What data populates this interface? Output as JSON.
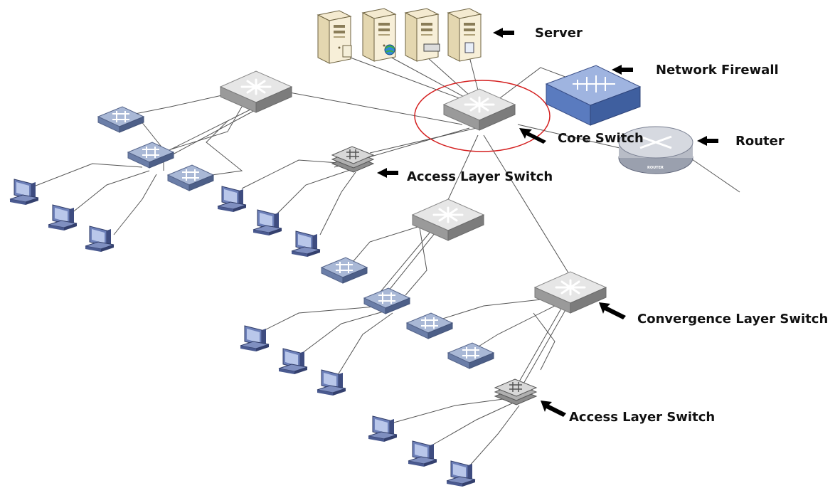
{
  "labels": {
    "server": "Server",
    "firewall": "Network Firewall",
    "core_switch": "Core Switch",
    "router": "Router",
    "access_switch_top": "Access Layer Switch",
    "convergence_switch": "Convergence Layer Switch",
    "access_switch_bottom": "Access Layer Switch",
    "router_badge": "ROUTER"
  },
  "colors": {
    "switch_gray": "#c8c8c8",
    "access_blue": "#7f93b8",
    "firewall_blue": "#5a7bbf",
    "router_gray": "#b8bcc6",
    "highlight_circle": "#d42020",
    "arrow": "#000000",
    "wire": "#555555",
    "pc_blue": "#5c6fa8"
  },
  "icons": {
    "server": "server-tower-icon",
    "core_switch": "layer3-switch-icon",
    "convergence_switch": "layer3-switch-icon",
    "access_switch": "switch-arrows-icon",
    "stacked_access_switch": "stacked-switch-icon",
    "firewall": "firewall-icon",
    "router": "router-icon",
    "computer": "desktop-computer-icon",
    "pointer": "arrow-left-icon"
  }
}
